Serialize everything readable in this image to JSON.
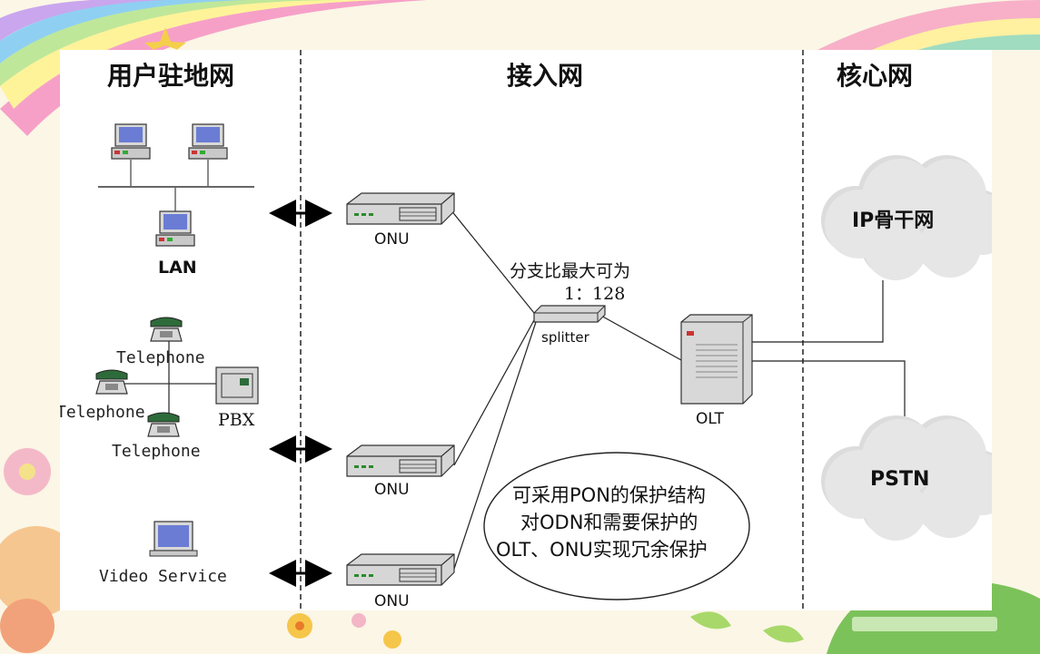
{
  "zones": {
    "user": "用户驻地网",
    "access": "接入网",
    "core": "核心网"
  },
  "devices": {
    "lan": "LAN",
    "telephone_top": "Telephone",
    "telephone_mid": "Telephone",
    "telephone_bot": "Telephone",
    "pbx": "PBX",
    "video": "Video Service",
    "onu1": "ONU",
    "onu2": "ONU",
    "onu3": "ONU",
    "splitter": "splitter",
    "olt": "OLT"
  },
  "split_ratio": {
    "line1": "分支比最大可为",
    "line2": "1：128"
  },
  "clouds": {
    "ip": "IP骨干网",
    "pstn": "PSTN"
  },
  "note": {
    "line1": "可采用PON的保护结构",
    "line2": "对ODN和需要保护的",
    "line3": "OLT、ONU实现冗余保护"
  }
}
